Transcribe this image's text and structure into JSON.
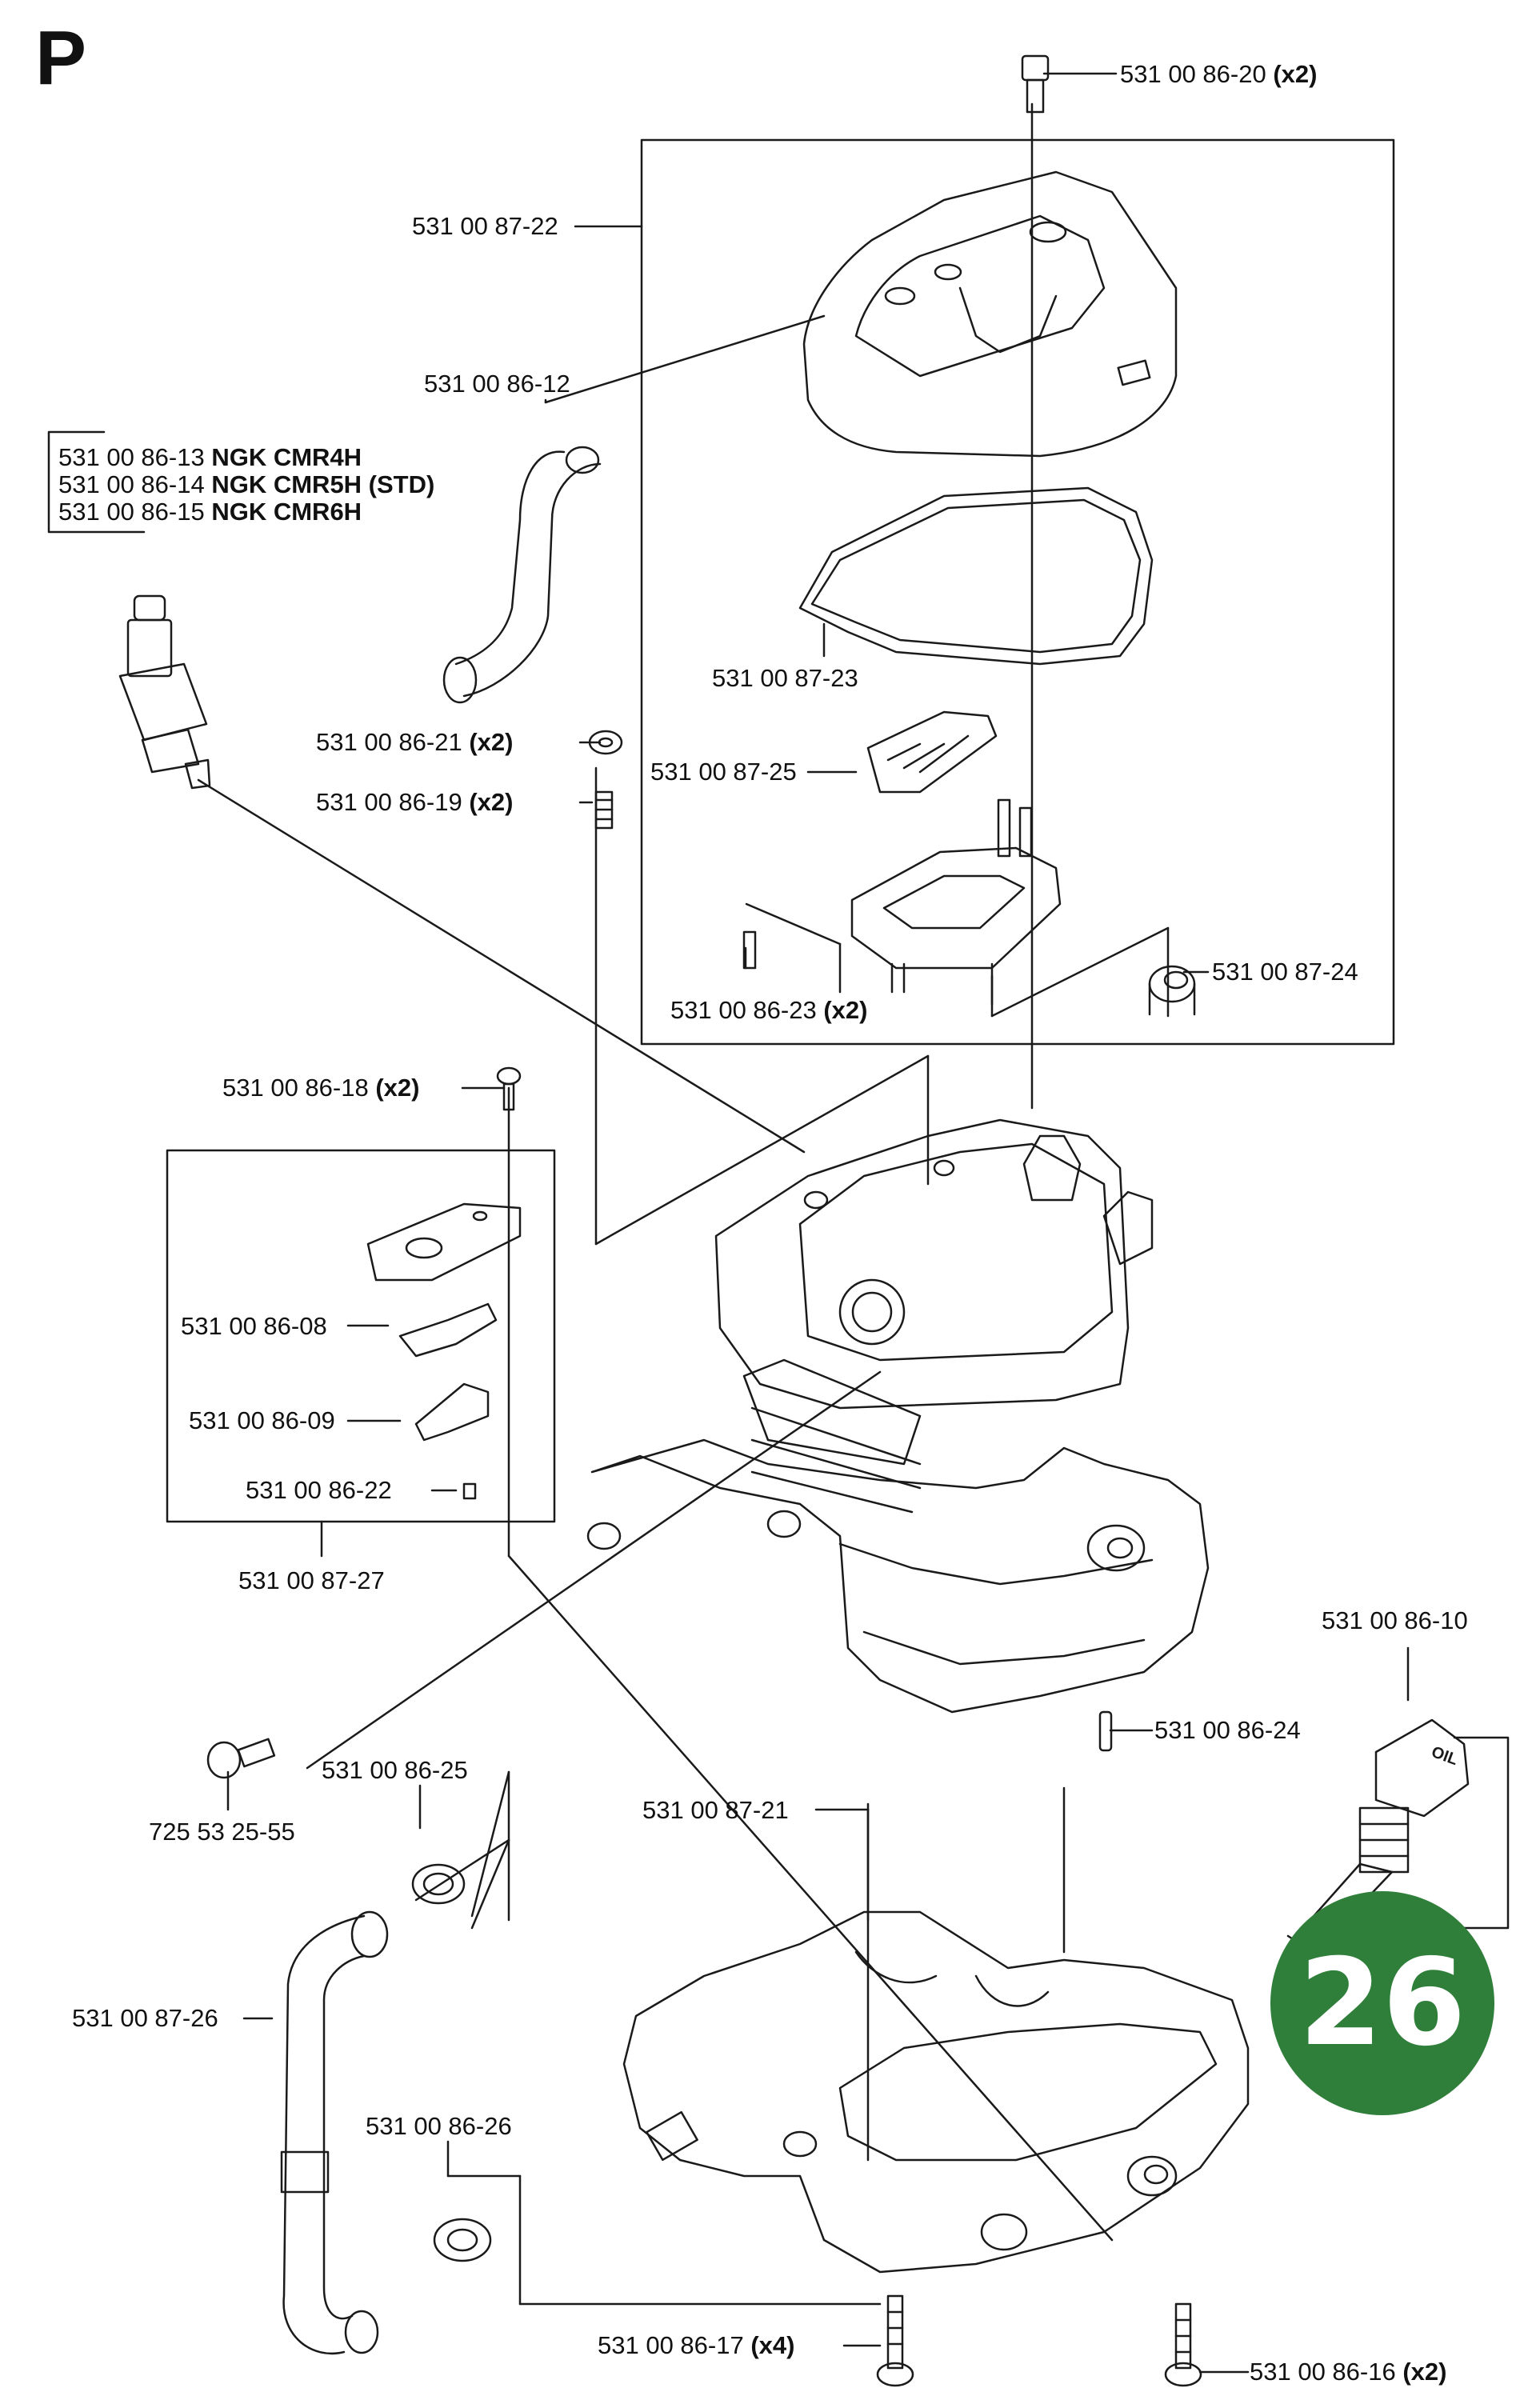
{
  "page": {
    "section_letter": "P",
    "page_number": "26",
    "badge_color": "#2f7f3b"
  },
  "labels": {
    "p_531008620": {
      "num": "531 00 86-20",
      "qty": "(x2)"
    },
    "p_531008722": {
      "num": "531 00 87-22"
    },
    "p_531008612": {
      "num": "531 00 86-12"
    },
    "plug_a": {
      "num": "531 00 86-13",
      "spec": "NGK CMR4H"
    },
    "plug_b": {
      "num": "531 00 86-14",
      "spec": "NGK CMR5H (STD)"
    },
    "plug_c": {
      "num": "531 00 86-15",
      "spec": "NGK CMR6H"
    },
    "p_531008723": {
      "num": "531 00 87-23"
    },
    "p_531008621": {
      "num": "531 00 86-21",
      "qty": "(x2)"
    },
    "p_531008725": {
      "num": "531 00 87-25"
    },
    "p_531008619": {
      "num": "531 00 86-19",
      "qty": "(x2)"
    },
    "p_531008623": {
      "num": "531 00 86-23",
      "qty": "(x2)"
    },
    "p_531008724": {
      "num": "531 00 87-24"
    },
    "p_531008618": {
      "num": "531 00 86-18",
      "qty": "(x2)"
    },
    "p_531008608": {
      "num": "531 00 86-08"
    },
    "p_531008609": {
      "num": "531 00 86-09"
    },
    "p_531008622": {
      "num": "531 00 86-22"
    },
    "p_531008727": {
      "num": "531 00 87-27"
    },
    "p_531008610": {
      "num": "531 00 86-10"
    },
    "p_531008624": {
      "num": "531 00 86-24"
    },
    "p_7255325": {
      "num": "725 53 25-55"
    },
    "p_531008625": {
      "num": "531 00 86-25"
    },
    "p_531008721": {
      "num": "531 00 87-21"
    },
    "p_531008726": {
      "num": "531 00 87-26"
    },
    "p_531008626": {
      "num": "531 00 86-26"
    },
    "p_531008617": {
      "num": "531 00 86-17",
      "qty": "(x4)"
    },
    "p_531008616": {
      "num": "531 00 86-16",
      "qty": "(x2)"
    }
  },
  "icons": {
    "oil_cap_text": "OIL"
  }
}
